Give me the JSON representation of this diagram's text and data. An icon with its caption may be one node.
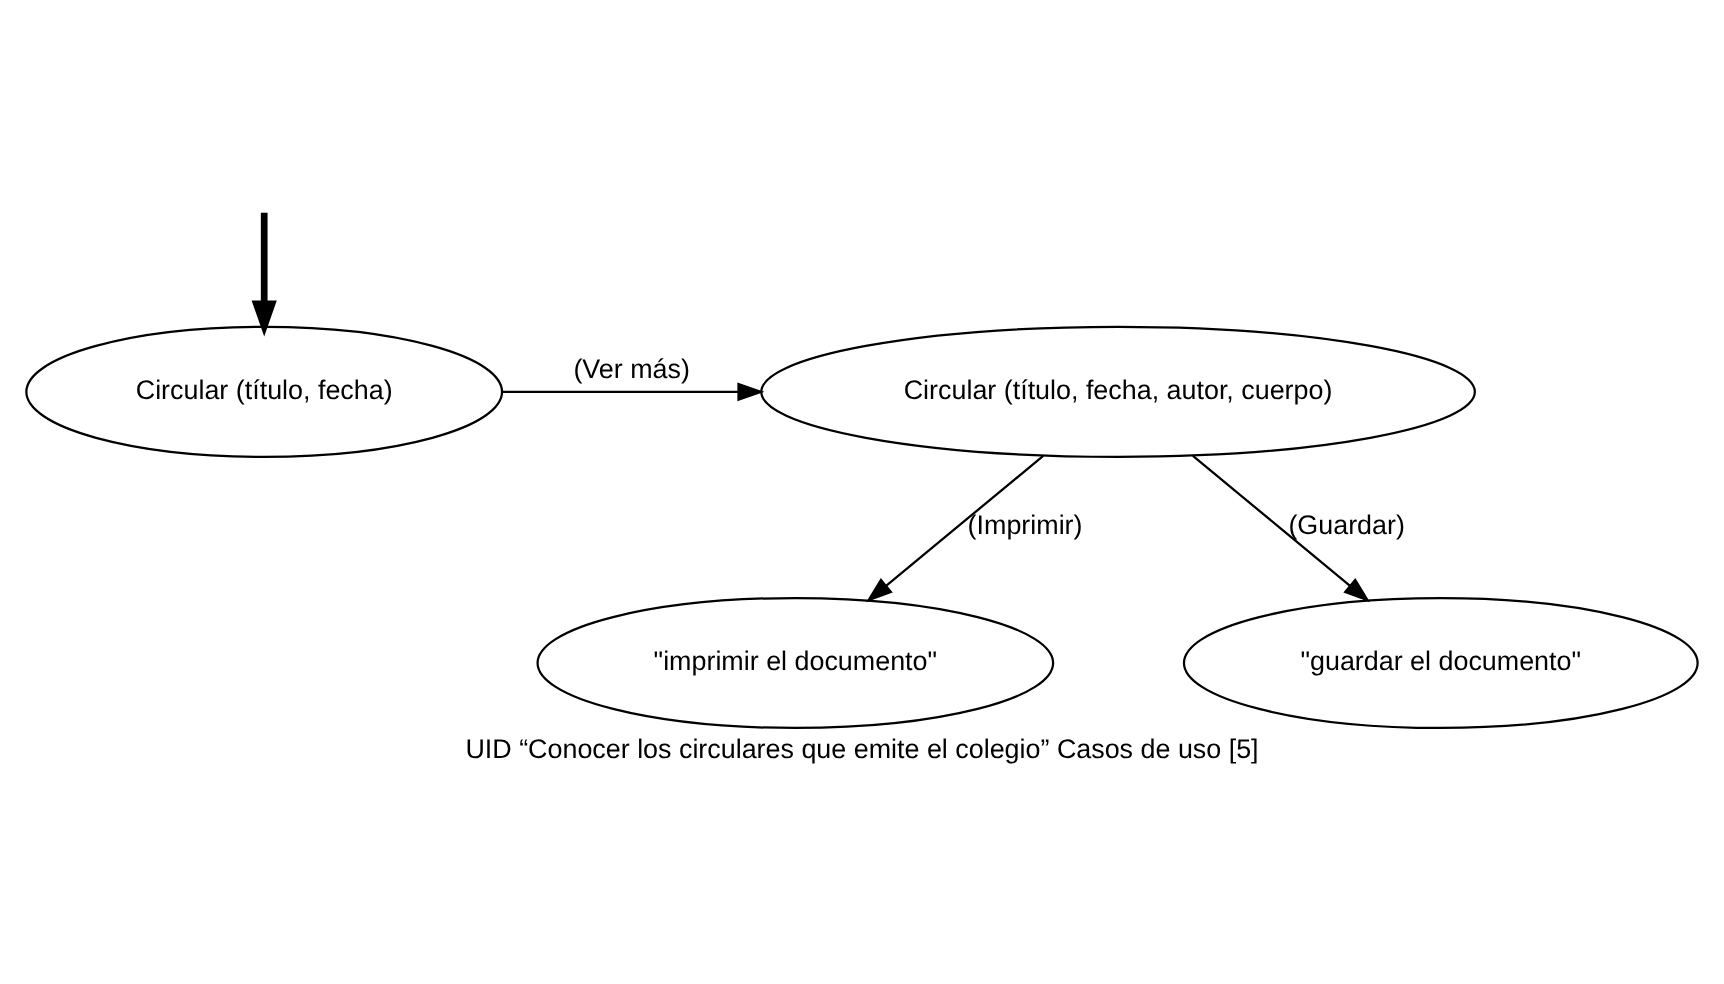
{
  "diagram": {
    "caption": "UID “Conocer los circulares que emite el colegio” Casos de uso [5]",
    "nodes": [
      {
        "text": [
          "Circular (título, fecha)"
        ]
      },
      {
        "text": [
          "Circular (título, fecha, autor, cuerpo)"
        ]
      },
      {
        "text": [
          "\"imprimir el documento\""
        ]
      },
      {
        "text": [
          "\"guardar el documento\""
        ]
      }
    ],
    "edges": [
      {
        "from": null,
        "to": 0,
        "arrow": "to",
        "style": "thick"
      },
      {
        "from": 0,
        "to": 1,
        "arrow": "to",
        "label": "(Ver más)"
      },
      {
        "from": 1,
        "to": 2,
        "arrow": "to",
        "label": "(Imprimir)"
      },
      {
        "from": 1,
        "to": 3,
        "arrow": "to",
        "label": "(Guardar)"
      }
    ]
  }
}
